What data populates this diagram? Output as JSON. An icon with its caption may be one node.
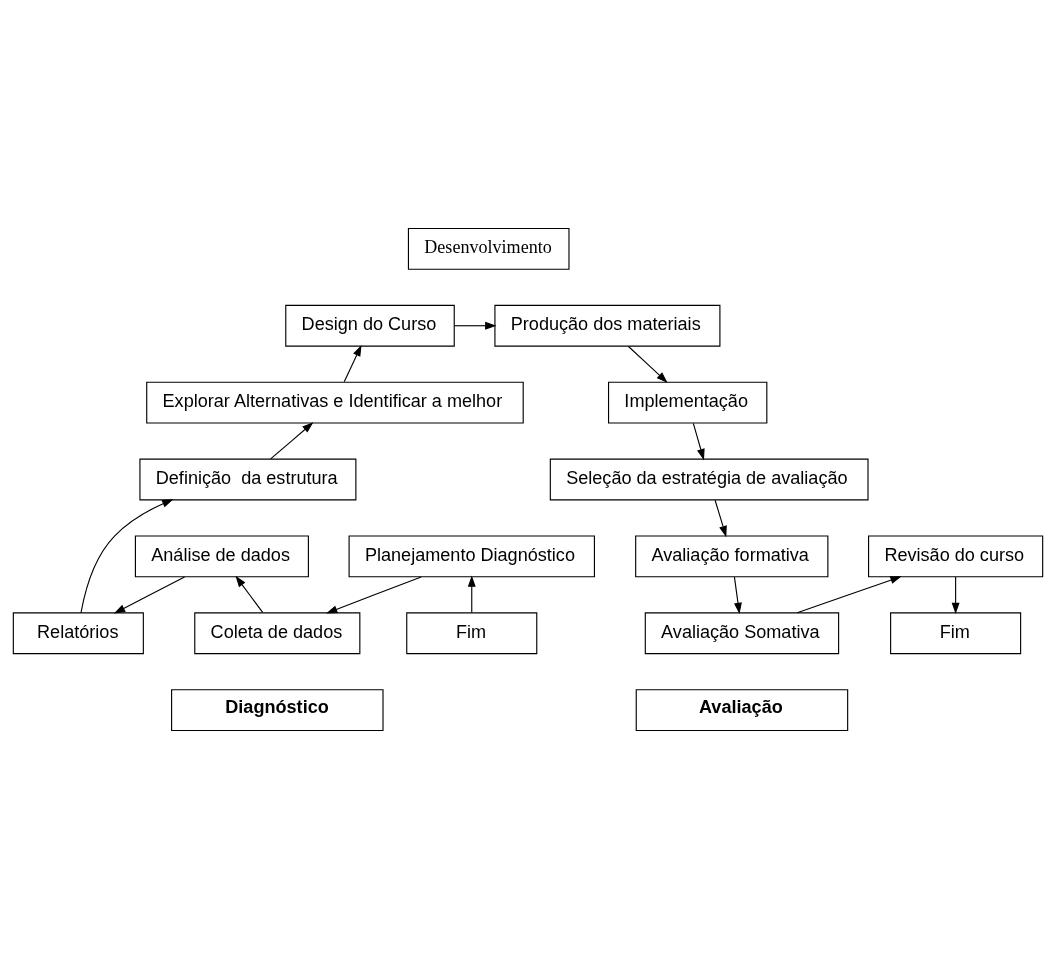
{
  "diagram": {
    "nodes": [
      {
        "text": [
          "Desenvolvimento"
        ]
      },
      {
        "text": [
          "Design do Curso"
        ]
      },
      {
        "text": [
          "Produção dos materiais"
        ]
      },
      {
        "text": [
          "Implementação"
        ]
      },
      {
        "text": [
          "Seleção da estratégia de avaliação"
        ]
      },
      {
        "text": [
          "Avaliação formativa"
        ]
      },
      {
        "text": [
          "Avaliação Somativa"
        ]
      },
      {
        "text": [
          "Revisão do curso"
        ]
      },
      {
        "text": [
          "Fim"
        ]
      },
      {
        "text": [
          "Coleta de dados"
        ]
      },
      {
        "text": [
          "Planejamento Diagnóstico"
        ]
      },
      {
        "text": [
          "Fim"
        ]
      },
      {
        "text": [
          "Análise de dados"
        ]
      },
      {
        "text": [
          "Relatórios"
        ]
      },
      {
        "text": [
          "Definição  da estrutura"
        ]
      },
      {
        "text": [
          "Explorar Alternativas e Identificar a melhor"
        ]
      },
      {
        "text": [
          "Diagnóstico"
        ]
      },
      {
        "text": [
          "Avaliação"
        ]
      }
    ],
    "edges": [
      {
        "from": 15,
        "to": 1,
        "arrow": "to"
      },
      {
        "from": 1,
        "to": 2,
        "arrow": "to"
      },
      {
        "from": 2,
        "to": 3,
        "arrow": "to"
      },
      {
        "from": 3,
        "to": 4,
        "arrow": "to"
      },
      {
        "from": 4,
        "to": 5,
        "arrow": "to"
      },
      {
        "from": 5,
        "to": 6,
        "arrow": "to"
      },
      {
        "from": 6,
        "to": 7,
        "arrow": "to"
      },
      {
        "from": 7,
        "to": 8,
        "arrow": "to"
      },
      {
        "from": 11,
        "to": 10,
        "arrow": "to"
      },
      {
        "from": 10,
        "to": 9,
        "arrow": "to"
      },
      {
        "from": 9,
        "to": 12,
        "arrow": "to"
      },
      {
        "from": 12,
        "to": 13,
        "arrow": "to"
      },
      {
        "from": 13,
        "to": 14,
        "arrow": "to"
      },
      {
        "from": 14,
        "to": 15,
        "arrow": "to"
      }
    ]
  }
}
